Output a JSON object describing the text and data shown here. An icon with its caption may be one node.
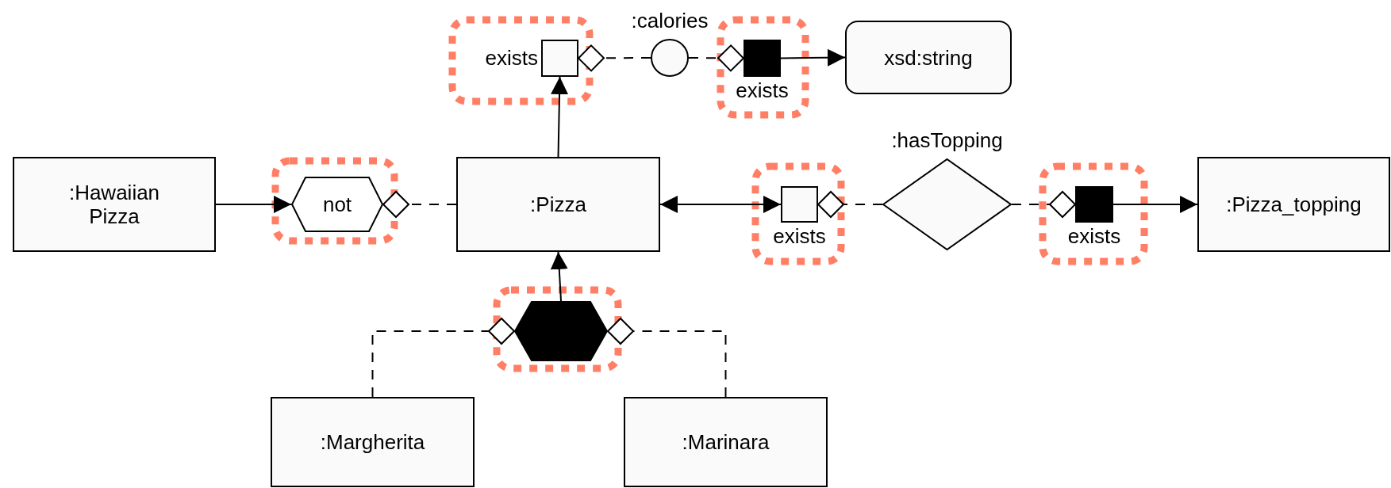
{
  "diagram": {
    "nodes": [
      {
        "text": [
          ":Hawaiian Pizza"
        ]
      },
      {
        "text": [
          "not"
        ]
      },
      {
        "text": [
          ":Pizza"
        ]
      },
      {
        "text": [
          "exists"
        ]
      },
      {
        "text": [
          ":calories"
        ]
      },
      {
        "text": [
          "exists"
        ]
      },
      {
        "text": [
          "xsd:string"
        ]
      },
      {
        "text": [
          "exists"
        ]
      },
      {
        "text": [
          ":hasTopping"
        ]
      },
      {
        "text": [
          "exists"
        ]
      },
      {
        "text": [
          ":Pizza_topping"
        ]
      },
      {
        "text": [],
        "shape": "hexagon"
      },
      {
        "text": [
          ":Margherita"
        ]
      },
      {
        "text": [
          ":Marinara"
        ]
      }
    ],
    "edges": [
      {
        "from": 0,
        "to": 1,
        "arrow": "to"
      },
      {
        "from": 2,
        "to": 1,
        "arrow": "other",
        "style": "dashed"
      },
      {
        "from": 2,
        "to": 3,
        "arrow": "to"
      },
      {
        "from": 4,
        "to": 3,
        "arrow": "other",
        "style": "dashed"
      },
      {
        "from": 4,
        "to": 5,
        "arrow": "other",
        "style": "dashed"
      },
      {
        "from": 5,
        "to": 6,
        "arrow": "to"
      },
      {
        "from": 2,
        "to": 7,
        "arrow": "both"
      },
      {
        "from": 8,
        "to": 7,
        "arrow": "other",
        "style": "dashed"
      },
      {
        "from": 8,
        "to": 9,
        "arrow": "other",
        "style": "dashed"
      },
      {
        "from": 9,
        "to": 10,
        "arrow": "to"
      },
      {
        "from": 11,
        "to": 2,
        "arrow": "to"
      },
      {
        "from": 12,
        "to": 11,
        "arrow": "other",
        "style": "dashed"
      },
      {
        "from": 13,
        "to": 11,
        "arrow": "other",
        "style": "dashed"
      }
    ]
  }
}
